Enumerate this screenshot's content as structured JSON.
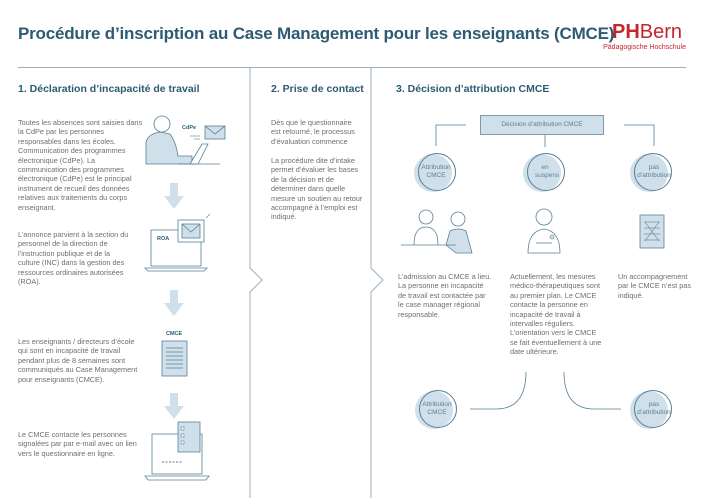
{
  "header": {
    "title": "Procédure d’inscription au Case Management pour les enseignants (CMCE)",
    "logo_bold": "PH",
    "logo_rest": "Bern",
    "logo_sub": "Pädagogische Hochschule"
  },
  "colors": {
    "title": "#2d5b73",
    "accent_light": "#cfe0ea",
    "outline": "#5a7f95",
    "brand_red": "#c4262e"
  },
  "sections": [
    {
      "heading": "1. Déclaration d’incapacité de travail",
      "steps": [
        {
          "text": "Toutes les absences sont saisies dans la CdPe par les personnes responsables dans les écoles. Communication des programmes électronique (CdPe). La communication des programmes électronique (CdPe) est le principal instrument de recueil des données relatives aux traitements du corps enseignant.",
          "icon_label": "CdPe"
        },
        {
          "text": "L’annonce parvient à la section du personnel de la direction de l’instruction publique et de la culture (INC) dans la gestion des ressources ordinaires autorisées (ROA).",
          "icon_label": "ROA"
        },
        {
          "text": "Les enseignants / directeurs d’école qui sont en incapacité de travail pendant plus de 8 semaines sont communiqués au Case Management pour enseignants (CMCE).",
          "icon_label": "CMCE"
        },
        {
          "text": "Le CMCE contacte les personnes signalées par par e-mail avec un lien vers le questionnaire en ligne."
        }
      ]
    },
    {
      "heading": "2. Prise de contact",
      "paragraphs": [
        "Dès que le questionnaire est retourné, le processus d’évaluation commence",
        "La procédure dite d’intake permet d’évaluer les bases de la décision et de déterminer dans quelle mesure un soutien au retour accompagné à l’emploi est indiqué."
      ]
    },
    {
      "heading": "3. Décision d’attribution CMCE",
      "decision_box": "Décision d’attribution CMCE",
      "outcomes": [
        {
          "label": "Attribution CMCE",
          "text": "L’admission au CMCE a lieu. La personne en incapacité de travail est contactée par le case manager régional responsable."
        },
        {
          "label": "en suspens",
          "text": "Actuellement, les mesures médico-thérapeutiques sont au premier plan. Le CMCE contacte la personne en incapacité de travail à intervalles réguliers. L’orientation vers le CMCE se fait éventuellement à une date ultérieure."
        },
        {
          "label": "pas d’attribution",
          "text": "Un accompagnement par le CMCE n’est pas indiqué."
        }
      ],
      "followup": [
        {
          "label": "Attribution CMCE"
        },
        {
          "label": "pas d’attribution"
        }
      ]
    }
  ]
}
